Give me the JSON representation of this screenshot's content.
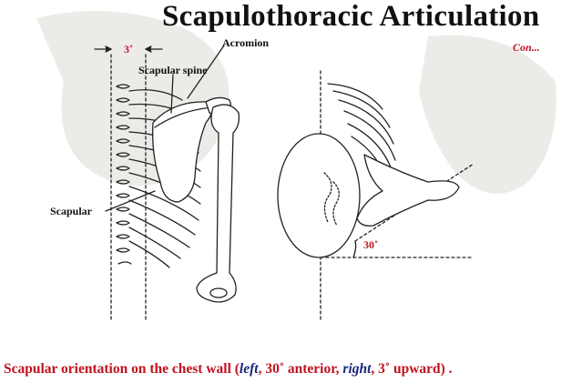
{
  "header": {
    "title": "Scapulothoracic Articulation",
    "continued": "Con..."
  },
  "figure": {
    "labels": {
      "angle_upward": "3˚",
      "acromion": "Acromion",
      "scapular_spine": "Scapular spine",
      "scapular": "Scapular",
      "angle_anterior": "30˚"
    }
  },
  "caption": {
    "part1": "Scapular orientation on the chest wall (",
    "left_word": "left",
    "part2": ", 30˚ anterior, ",
    "right_word": "right",
    "part3": ", 3˚ upward) ."
  },
  "colors": {
    "title": "#111111",
    "accent_red": "#c1121f",
    "caption_italic": "#1a237e"
  }
}
